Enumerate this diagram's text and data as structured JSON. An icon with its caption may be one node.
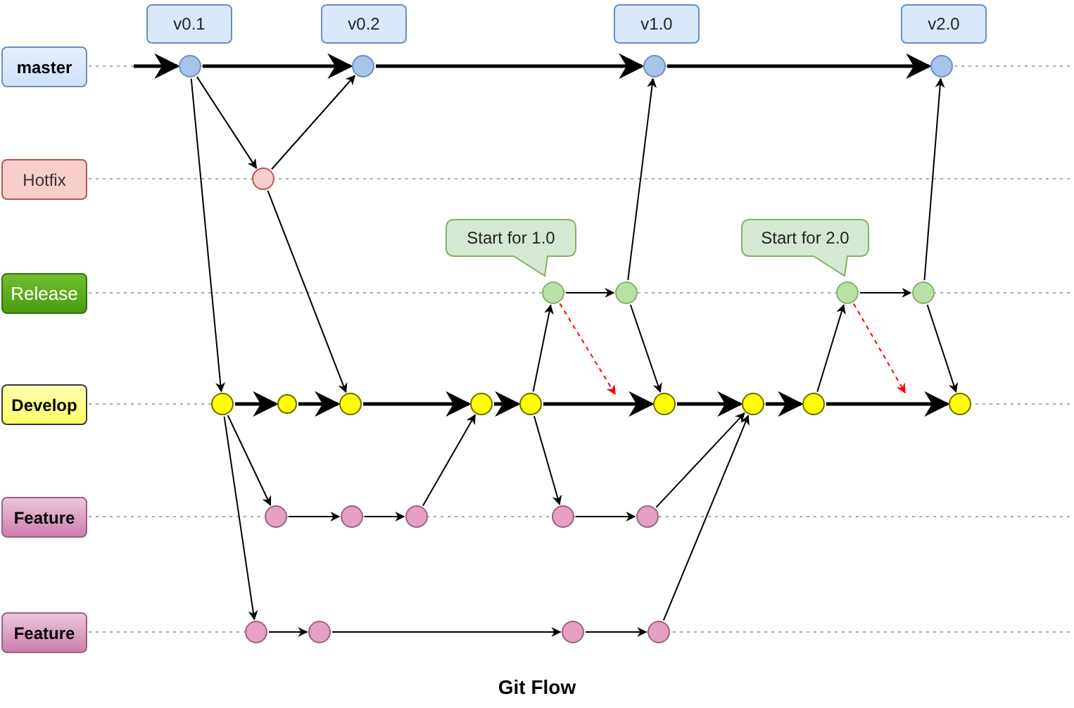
{
  "diagram": {
    "caption": "Git Flow",
    "nodes": [
      {
        "text": [
          "master"
        ]
      },
      {
        "text": [
          "Hotfix"
        ]
      },
      {
        "text": [
          "Release"
        ]
      },
      {
        "text": [
          "Develop"
        ]
      },
      {
        "text": [
          "Feature"
        ]
      },
      {
        "text": [
          "Feature"
        ]
      },
      {
        "text": [
          "v0.1"
        ]
      },
      {
        "text": [
          "v0.2"
        ]
      },
      {
        "text": [
          "v1.0"
        ]
      },
      {
        "text": [
          "v2.0"
        ]
      },
      {
        "text": [
          "Start for 1.0"
        ]
      },
      {
        "text": [
          "Start for 2.0"
        ]
      },
      {
        "text": [],
        "shape": "circle"
      },
      {
        "text": [],
        "shape": "circle"
      },
      {
        "text": [],
        "shape": "circle"
      },
      {
        "text": [],
        "shape": "circle"
      },
      {
        "text": [],
        "shape": "circle"
      },
      {
        "text": [],
        "shape": "circle"
      },
      {
        "text": [],
        "shape": "circle"
      },
      {
        "text": [],
        "shape": "circle"
      },
      {
        "text": [],
        "shape": "circle"
      },
      {
        "text": [],
        "shape": "circle"
      },
      {
        "text": [],
        "shape": "circle"
      },
      {
        "text": [],
        "shape": "circle"
      },
      {
        "text": [],
        "shape": "circle"
      },
      {
        "text": [],
        "shape": "circle"
      },
      {
        "text": [],
        "shape": "circle"
      },
      {
        "text": [],
        "shape": "circle"
      },
      {
        "text": [],
        "shape": "circle"
      },
      {
        "text": [],
        "shape": "circle"
      },
      {
        "text": [],
        "shape": "circle"
      },
      {
        "text": [],
        "shape": "circle"
      },
      {
        "text": [],
        "shape": "circle"
      },
      {
        "text": [],
        "shape": "circle"
      },
      {
        "text": [],
        "shape": "circle"
      },
      {
        "text": [],
        "shape": "circle"
      },
      {
        "text": [],
        "shape": "circle"
      },
      {
        "text": [],
        "shape": "circle"
      },
      {
        "text": [],
        "shape": "circle"
      }
    ],
    "edges": [
      {
        "from": null,
        "to": 12,
        "arrow": "to",
        "style": "thick"
      },
      {
        "from": 12,
        "to": 13,
        "arrow": "to",
        "style": "thick"
      },
      {
        "from": 13,
        "to": 14,
        "arrow": "to",
        "style": "thick"
      },
      {
        "from": 14,
        "to": 15,
        "arrow": "to",
        "style": "thick"
      },
      {
        "from": 12,
        "to": 16,
        "arrow": "to"
      },
      {
        "from": 16,
        "to": 13,
        "arrow": "to"
      },
      {
        "from": 12,
        "to": 21,
        "arrow": "to"
      },
      {
        "from": 16,
        "to": 23,
        "arrow": "to"
      },
      {
        "from": 21,
        "to": 22,
        "arrow": "to",
        "style": "thick"
      },
      {
        "from": 22,
        "to": 23,
        "arrow": "to",
        "style": "thick"
      },
      {
        "from": 23,
        "to": 24,
        "arrow": "to",
        "style": "thick"
      },
      {
        "from": 24,
        "to": 25,
        "arrow": "to",
        "style": "thick"
      },
      {
        "from": 25,
        "to": 26,
        "arrow": "to",
        "style": "thick"
      },
      {
        "from": 26,
        "to": 27,
        "arrow": "to",
        "style": "thick"
      },
      {
        "from": 27,
        "to": 28,
        "arrow": "to",
        "style": "thick"
      },
      {
        "from": 28,
        "to": 29,
        "arrow": "to",
        "style": "thick"
      },
      {
        "from": 21,
        "to": 30,
        "arrow": "to"
      },
      {
        "from": 21,
        "to": 35,
        "arrow": "to"
      },
      {
        "from": 30,
        "to": 31,
        "arrow": "to"
      },
      {
        "from": 31,
        "to": 32,
        "arrow": "to"
      },
      {
        "from": 32,
        "to": 24,
        "arrow": "to"
      },
      {
        "from": 25,
        "to": 17,
        "arrow": "to"
      },
      {
        "from": 25,
        "to": 33,
        "arrow": "to"
      },
      {
        "from": 17,
        "to": 18,
        "arrow": "to"
      },
      {
        "from": 18,
        "to": 14,
        "arrow": "to"
      },
      {
        "from": 18,
        "to": 26,
        "arrow": "to"
      },
      {
        "from": 33,
        "to": 34,
        "arrow": "to"
      },
      {
        "from": 34,
        "to": 27,
        "arrow": "to"
      },
      {
        "from": 35,
        "to": 36,
        "arrow": "to"
      },
      {
        "from": 36,
        "to": 37,
        "arrow": "to"
      },
      {
        "from": 37,
        "to": 38,
        "arrow": "to"
      },
      {
        "from": 38,
        "to": 27,
        "arrow": "to"
      },
      {
        "from": 28,
        "to": 19,
        "arrow": "to"
      },
      {
        "from": 19,
        "to": 20,
        "arrow": "to"
      },
      {
        "from": 20,
        "to": 15,
        "arrow": "to"
      },
      {
        "from": 20,
        "to": 29,
        "arrow": "to"
      },
      {
        "from": 17,
        "to": null,
        "arrow": "to",
        "style": "dashed",
        "color": "#ff0000"
      },
      {
        "from": 19,
        "to": null,
        "arrow": "to",
        "style": "dashed",
        "color": "#ff0000"
      }
    ]
  }
}
